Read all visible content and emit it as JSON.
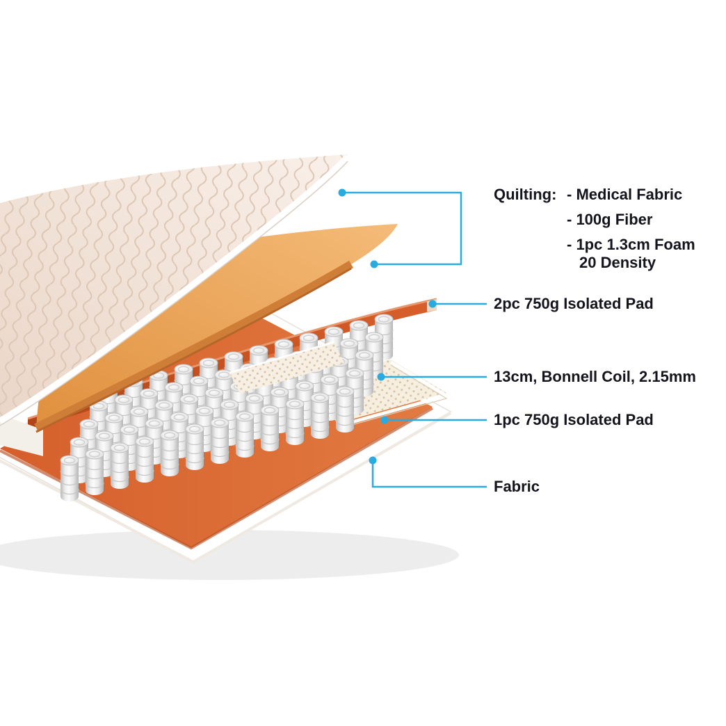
{
  "accent_color": "#29abe2",
  "text_color": "#14141c",
  "callouts": {
    "quilting": {
      "heading": "Quilting:",
      "items": [
        "- Medical Fabric",
        "- 100g Fiber",
        "- 1pc 1.3cm Foam",
        "20 Density"
      ]
    },
    "isolated_pad_2pc": {
      "label": "2pc 750g Isolated Pad"
    },
    "bonnell_coil": {
      "label": "13cm, Bonnell Coil, 2.15mm"
    },
    "isolated_pad_1pc": {
      "label": "1pc 750g Isolated Pad"
    },
    "fabric": {
      "label": "Fabric"
    }
  },
  "illustration": {
    "colors": {
      "quilting_sheet": "#f3e6da",
      "quilting_stitch": "#dcc6b4",
      "foam_sheet": "#eda55e",
      "isolated_pad_red": "#cc5527",
      "coil_gray": "#e3e3e3",
      "dotted_pad": "#f6eedf",
      "base_orange": "#d6622f",
      "base_fabric": "#ffffff"
    }
  }
}
